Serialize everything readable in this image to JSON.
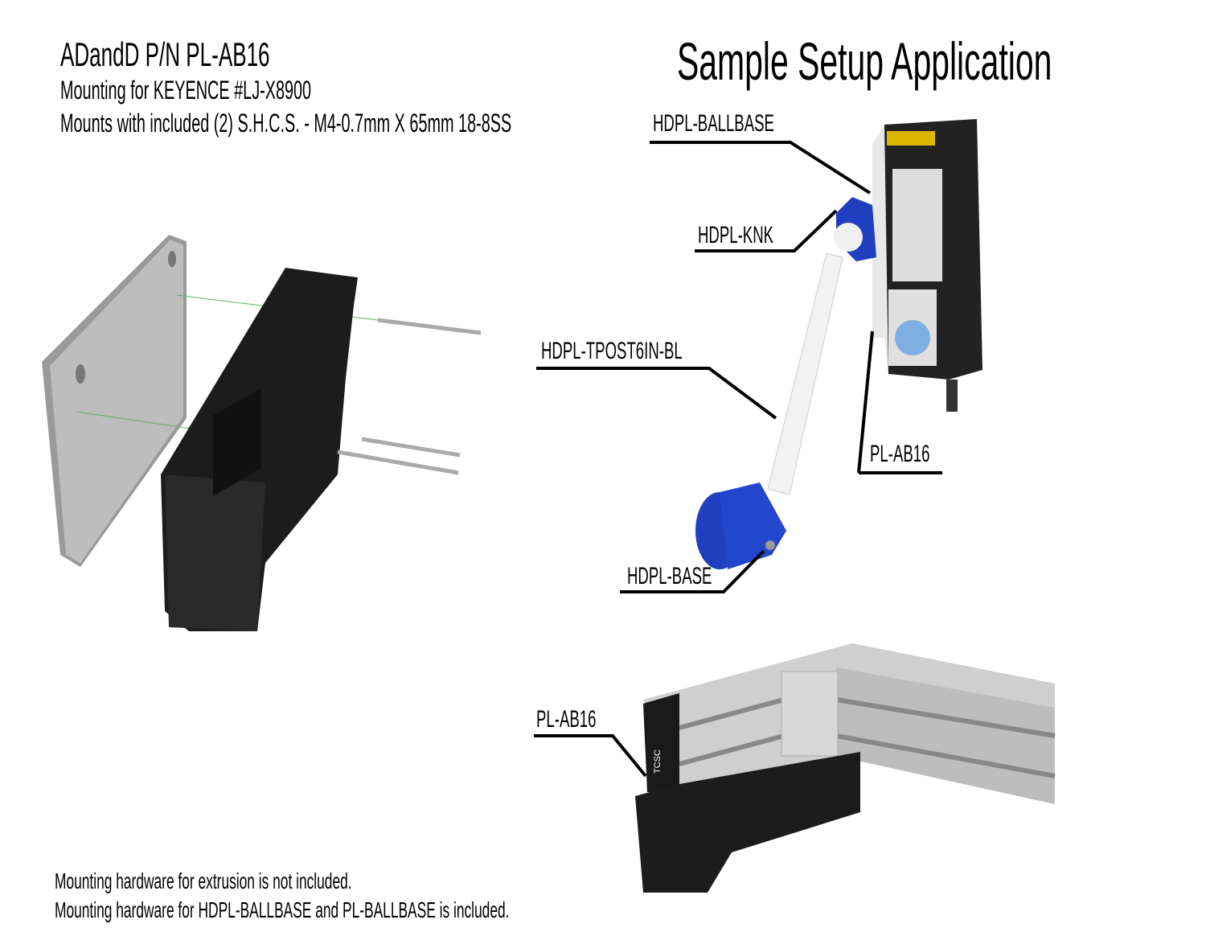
{
  "header": {
    "part_number": "ADandD P/N PL-AB16",
    "mounting_for": "Mounting for KEYENCE #LJ-X8900",
    "hardware": "Mounts with included (2) S.H.C.S. - M4-0.7mm X 65mm 18-8SS"
  },
  "sample_title": "Sample Setup Application",
  "callouts": {
    "ballbase": "HDPL-BALLBASE",
    "knk": "HDPL-KNK",
    "tpost": "HDPL-TPOST6IN-BL",
    "plab16_right": "PL-AB16",
    "base": "HDPL-BASE",
    "plab16_bottom": "PL-AB16"
  },
  "bracket_logo": "TCSC",
  "footer": {
    "line1": "Mounting hardware for extrusion is not included.",
    "line2": "Mounting hardware for HDPL-BALLBASE and PL-BALLBASE is included."
  },
  "colors": {
    "blue": "#1f3fc0",
    "sensor": "#1c1c1c",
    "aluminum": "#c8c8c8"
  }
}
